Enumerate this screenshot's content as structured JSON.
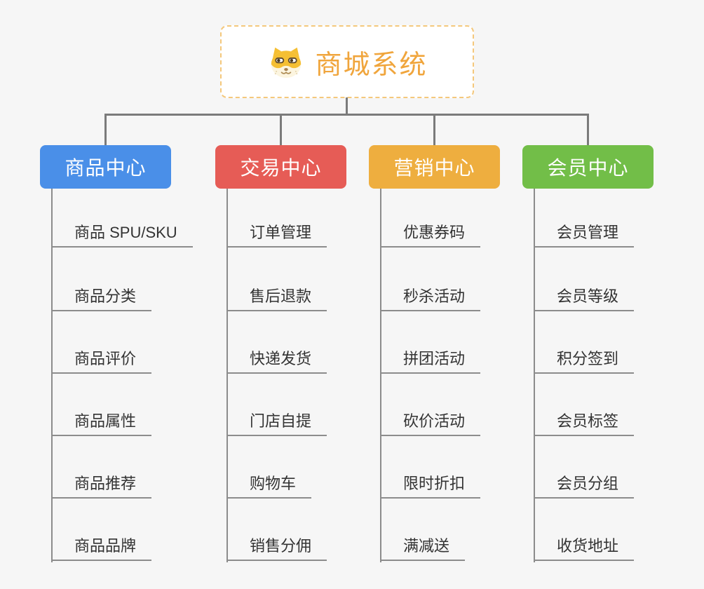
{
  "canvas": {
    "background": "#f6f6f6"
  },
  "root": {
    "title": "商城系统",
    "icon": "shiba-dog-icon",
    "text_color": "#F0A53C",
    "border_color": "#F4C87C",
    "background": "#ffffff"
  },
  "connector_color": "#7B7B7B",
  "underline_color": "#8C8C8C",
  "item_text_color": "#333333",
  "branches": [
    {
      "label": "商品中心",
      "color": "#4A8FE8",
      "children": [
        "商品 SPU/SKU",
        "商品分类",
        "商品评价",
        "商品属性",
        "商品推荐",
        "商品品牌"
      ]
    },
    {
      "label": "交易中心",
      "color": "#E65C56",
      "children": [
        "订单管理",
        "售后退款",
        "快递发货",
        "门店自提",
        "购物车",
        "销售分佣"
      ]
    },
    {
      "label": "营销中心",
      "color": "#EEAE3F",
      "children": [
        "优惠券码",
        "秒杀活动",
        "拼团活动",
        "砍价活动",
        "限时折扣",
        "满减送"
      ]
    },
    {
      "label": "会员中心",
      "color": "#72BE48",
      "children": [
        "会员管理",
        "会员等级",
        "积分签到",
        "会员标签",
        "会员分组",
        "收货地址"
      ]
    }
  ]
}
